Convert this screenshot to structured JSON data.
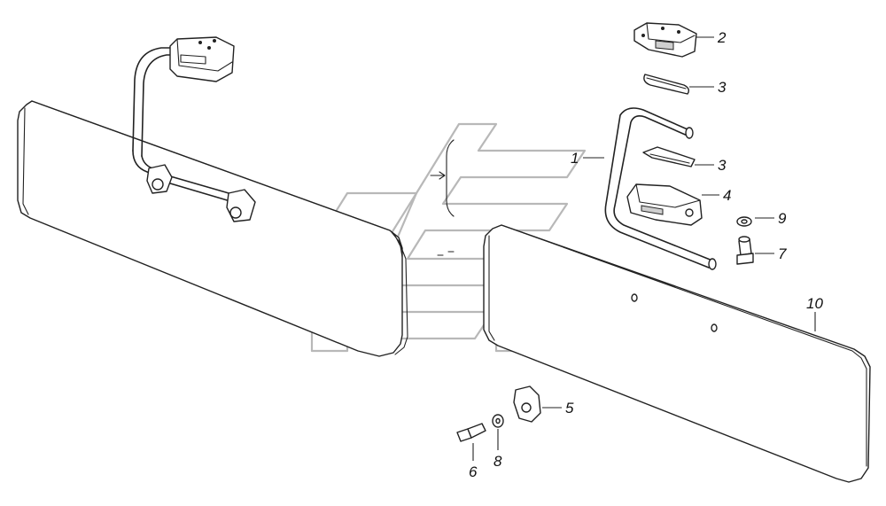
{
  "diagram": {
    "callouts": [
      {
        "id": "1",
        "label": "1"
      },
      {
        "id": "2",
        "label": "2"
      },
      {
        "id": "3a",
        "label": "3"
      },
      {
        "id": "3b",
        "label": "3"
      },
      {
        "id": "4",
        "label": "4"
      },
      {
        "id": "5",
        "label": "5"
      },
      {
        "id": "6",
        "label": "6"
      },
      {
        "id": "7",
        "label": "7"
      },
      {
        "id": "8",
        "label": "8"
      },
      {
        "id": "9",
        "label": "9"
      },
      {
        "id": "10",
        "label": "10"
      }
    ]
  }
}
